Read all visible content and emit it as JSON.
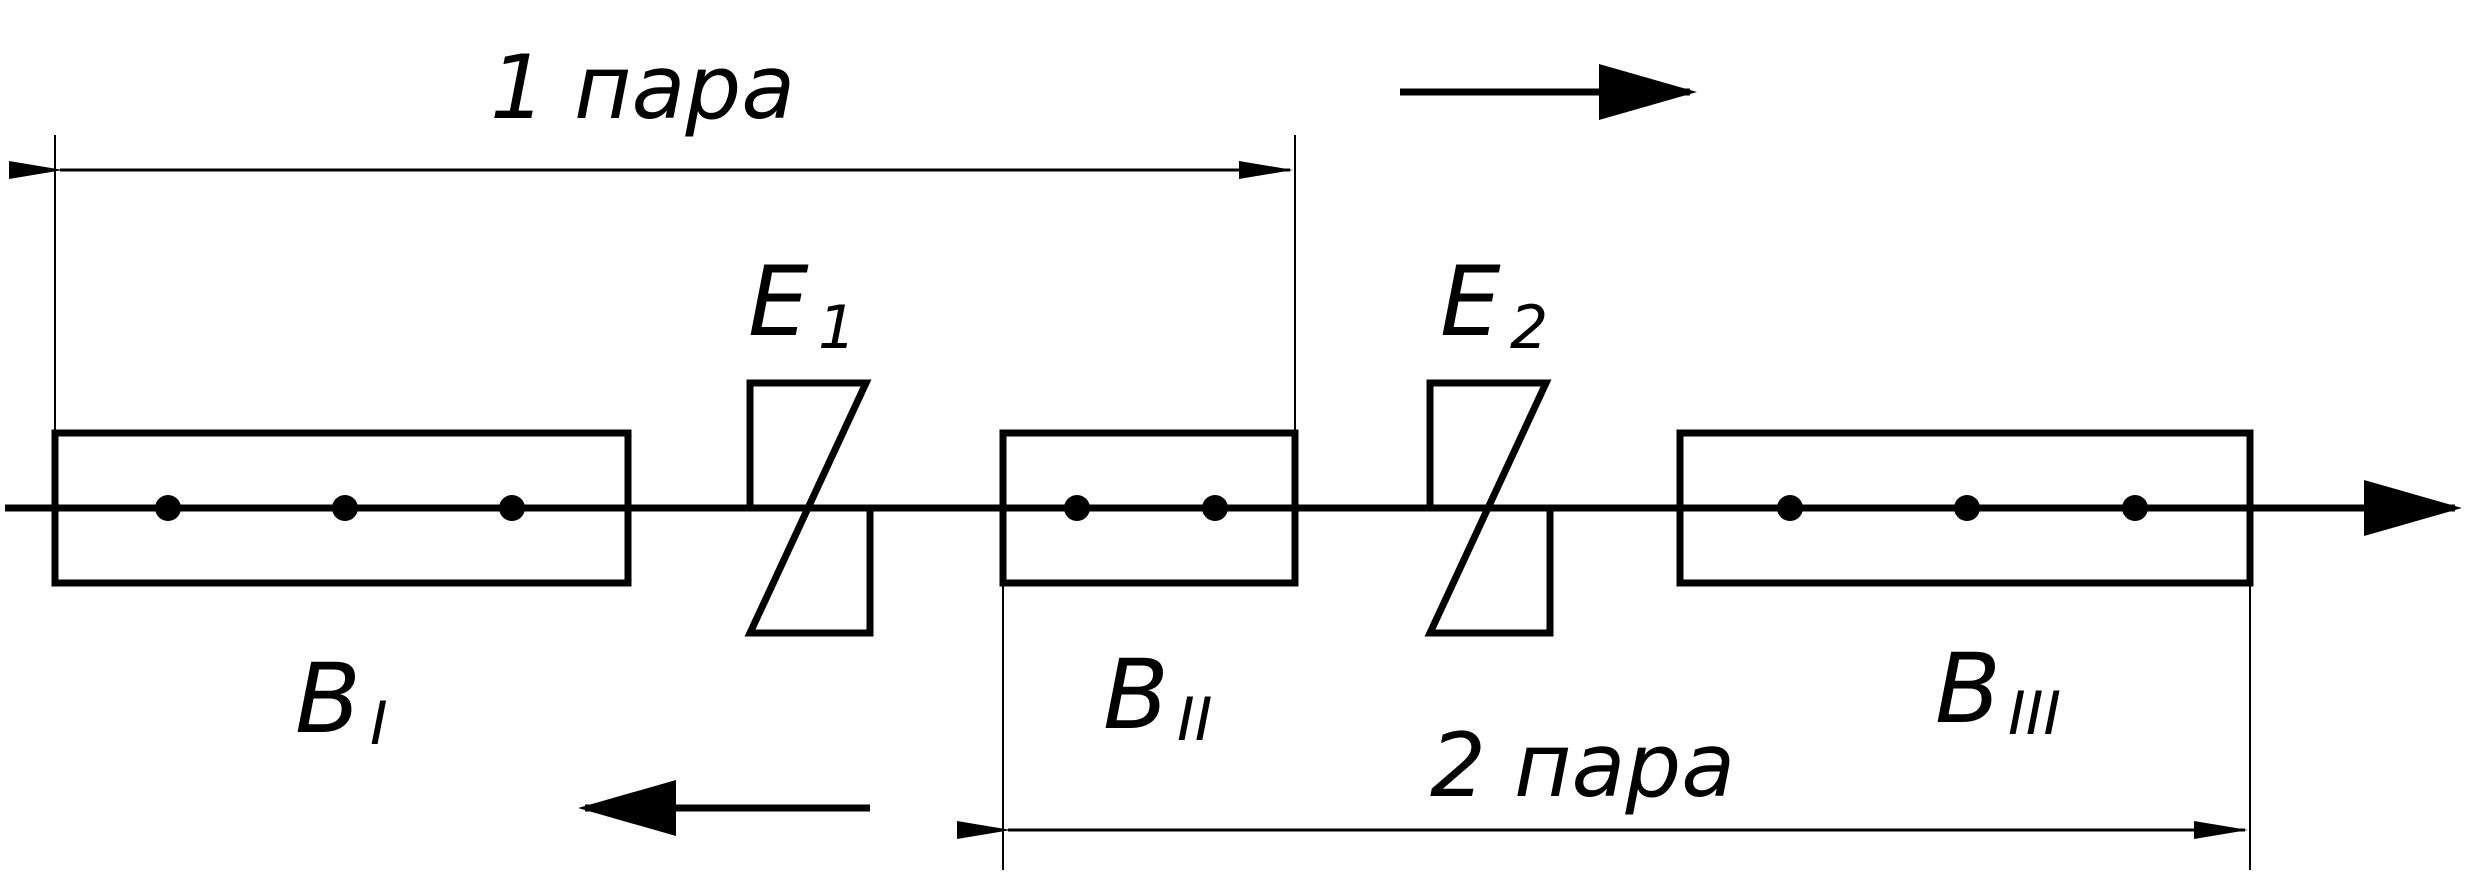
{
  "diagram": {
    "pair_labels": {
      "pair1": "1 пара",
      "pair2": "2 пара"
    },
    "columns": [
      {
        "id": "B1",
        "letter": "B",
        "subscript": "I",
        "node_count": 3
      },
      {
        "id": "B2",
        "letter": "B",
        "subscript": "II",
        "node_count": 2
      },
      {
        "id": "B3",
        "letter": "B",
        "subscript": "III",
        "node_count": 3
      }
    ],
    "elements": [
      {
        "id": "E1",
        "letter": "E",
        "subscript": "1"
      },
      {
        "id": "E2",
        "letter": "E",
        "subscript": "2"
      }
    ],
    "flow_arrows": {
      "top": "right",
      "bottom": "left",
      "main_line": "right"
    },
    "colors": {
      "stroke": "#000000",
      "background": "#ffffff"
    }
  }
}
